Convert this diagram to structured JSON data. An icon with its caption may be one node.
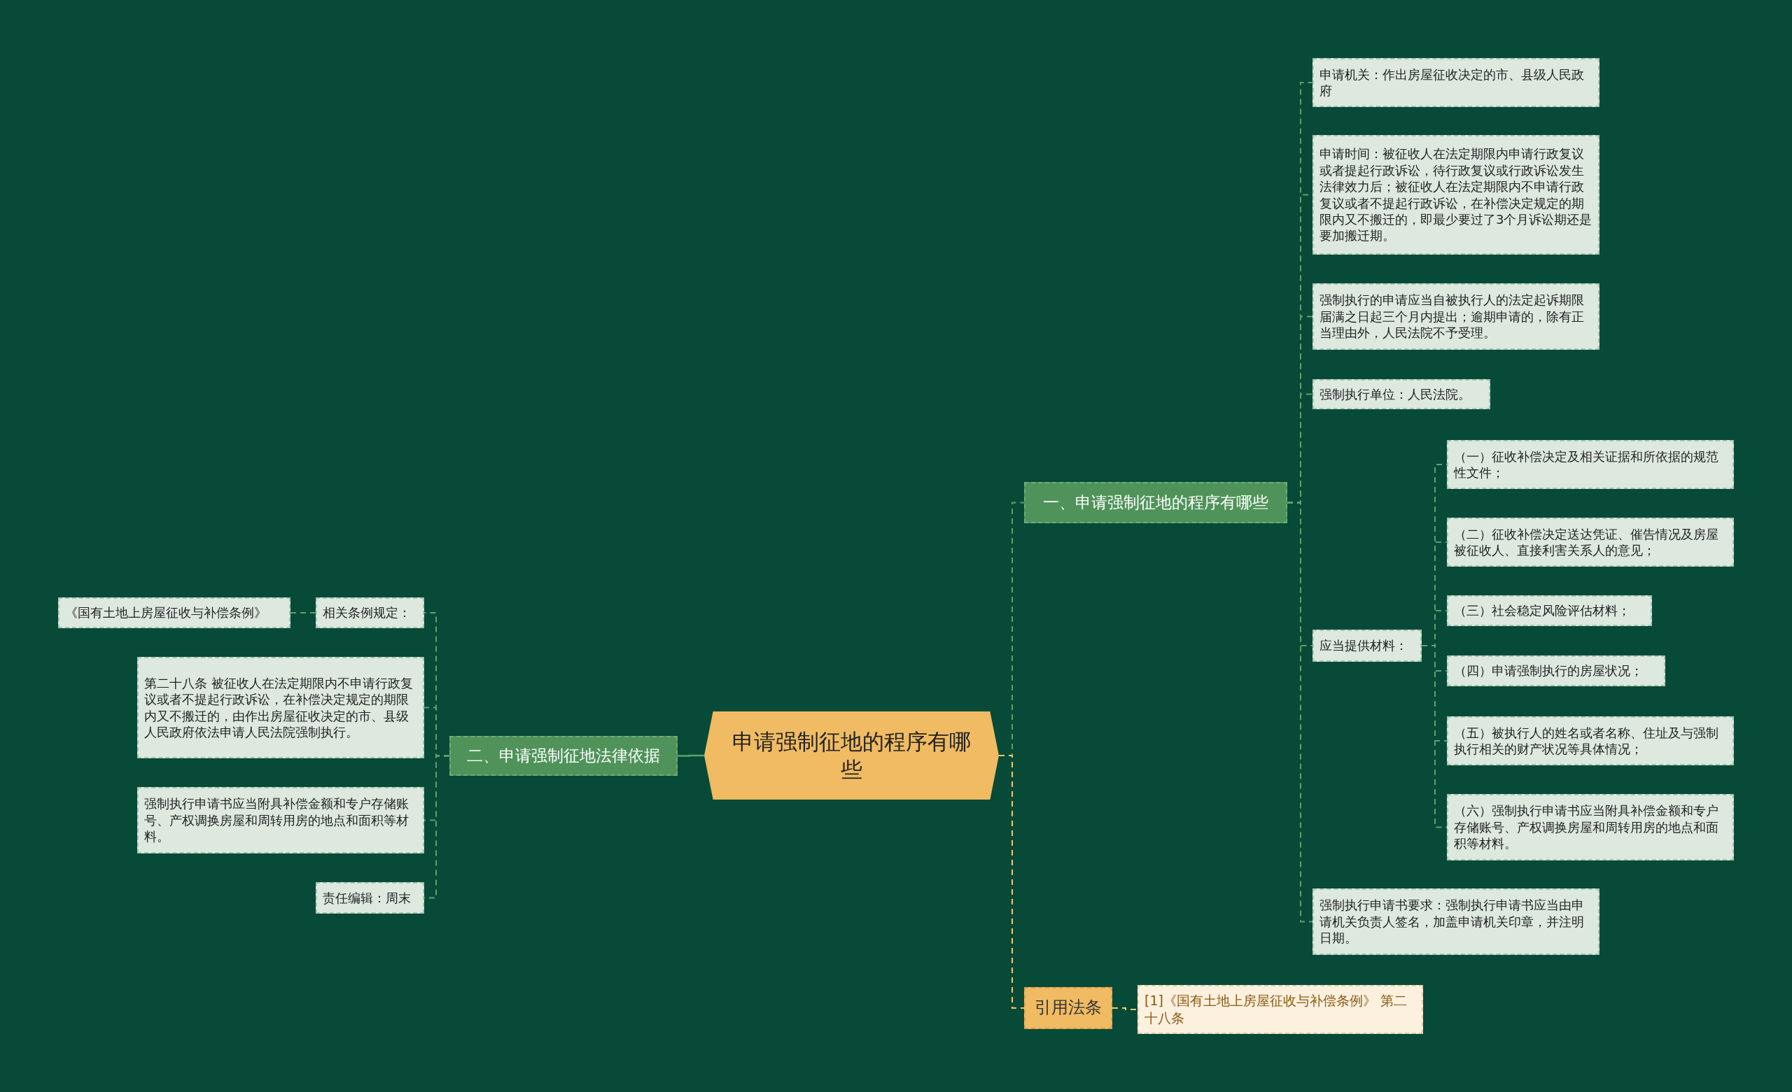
{
  "diagram": {
    "nodes": [
      {
        "text": [
          "申请强制征地的程序有哪些"
        ]
      },
      {
        "text": [
          "一、申请强制征地的程序有哪些"
        ]
      },
      {
        "text": [
          "申请机关：作出房屋征收决定的市、县级人民政府"
        ]
      },
      {
        "text": [
          "申请时间：被征收人在法定期限内申请行政复议或者提起行政诉讼，待行政复议或行政诉讼发生法律效力后；被征收人在法定期限内不申请行政复议或者不提起行政诉讼，在补偿决定规定的期限内又不搬迁的，即最少要过了3个月诉讼期还是要加搬迁期。"
        ]
      },
      {
        "text": [
          "强制执行的申请应当自被执行人的法定起诉期限届满之日起三个月内提出；逾期申请的，除有正当理由外，人民法院不予受理。"
        ]
      },
      {
        "text": [
          "强制执行单位：人民法院。"
        ]
      },
      {
        "text": [
          "应当提供材料："
        ]
      },
      {
        "text": [
          "（一）征收补偿决定及相关证据和所依据的规范性文件；"
        ]
      },
      {
        "text": [
          "（二）征收补偿决定送达凭证、催告情况及房屋被征收人、直接利害关系人的意见；"
        ]
      },
      {
        "text": [
          "（三）社会稳定风险评估材料；"
        ]
      },
      {
        "text": [
          "（四）申请强制执行的房屋状况；"
        ]
      },
      {
        "text": [
          "（五）被执行人的姓名或者名称、住址及与强制执行相关的财产状况等具体情况；"
        ]
      },
      {
        "text": [
          "（六）强制执行申请书应当附具补偿金额和专户存储账号、产权调换房屋和周转用房的地点和面积等材料。"
        ]
      },
      {
        "text": [
          "强制执行申请书要求：强制执行申请书应当由申请机关负责人签名，加盖申请机关印章，并注明日期。"
        ]
      },
      {
        "text": [
          "二、申请强制征地法律依据"
        ]
      },
      {
        "text": [
          "相关条例规定："
        ]
      },
      {
        "text": [
          "《国有土地上房屋征收与补偿条例》"
        ]
      },
      {
        "text": [
          "第二十八条 被征收人在法定期限内不申请行政复议或者不提起行政诉讼，在补偿决定规定的期限内又不搬迁的，由作出房屋征收决定的市、县级人民政府依法申请人民法院强制执行。"
        ]
      },
      {
        "text": [
          "强制执行申请书应当附具补偿金额和专户存储账号、产权调换房屋和周转用房的地点和面积等材料。"
        ]
      },
      {
        "text": [
          "责任编辑：周末"
        ]
      },
      {
        "text": [
          "引用法条"
        ]
      },
      {
        "text": [
          "[1]《国有土地上房屋征收与补偿条例》 第二十八条"
        ]
      }
    ],
    "edges": [
      {
        "from": 0,
        "to": 1,
        "arrow": "none",
        "style": "dashed"
      },
      {
        "from": 1,
        "to": 2,
        "arrow": "none",
        "style": "dashed"
      },
      {
        "from": 1,
        "to": 3,
        "arrow": "none",
        "style": "dashed"
      },
      {
        "from": 1,
        "to": 4,
        "arrow": "none",
        "style": "dashed"
      },
      {
        "from": 1,
        "to": 5,
        "arrow": "none",
        "style": "dashed"
      },
      {
        "from": 1,
        "to": 6,
        "arrow": "none",
        "style": "dashed"
      },
      {
        "from": 6,
        "to": 7,
        "arrow": "none",
        "style": "dashed"
      },
      {
        "from": 6,
        "to": 8,
        "arrow": "none",
        "style": "dashed"
      },
      {
        "from": 6,
        "to": 9,
        "arrow": "none",
        "style": "dashed"
      },
      {
        "from": 6,
        "to": 10,
        "arrow": "none",
        "style": "dashed"
      },
      {
        "from": 6,
        "to": 11,
        "arrow": "none",
        "style": "dashed"
      },
      {
        "from": 6,
        "to": 12,
        "arrow": "none",
        "style": "dashed"
      },
      {
        "from": 1,
        "to": 13,
        "arrow": "none",
        "style": "dashed"
      },
      {
        "from": 0,
        "to": 14,
        "arrow": "none"
      },
      {
        "from": 14,
        "to": 15,
        "arrow": "none",
        "style": "dashed"
      },
      {
        "from": 14,
        "to": 17,
        "arrow": "none",
        "style": "dashed"
      },
      {
        "from": 14,
        "to": 18,
        "arrow": "none",
        "style": "dashed"
      },
      {
        "from": 14,
        "to": 19,
        "arrow": "none",
        "style": "dashed"
      },
      {
        "from": 15,
        "to": 16,
        "arrow": "none",
        "style": "dashed"
      },
      {
        "from": 0,
        "to": 20,
        "arrow": "none",
        "style": "dashed",
        "color": "#f0c870"
      },
      {
        "from": 20,
        "to": 21,
        "arrow": "none",
        "style": "dashed",
        "color": "#f0c870"
      }
    ]
  }
}
